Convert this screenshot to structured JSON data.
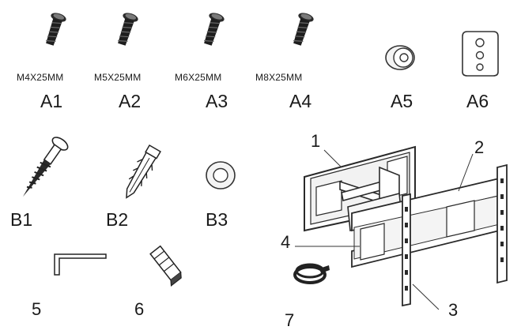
{
  "screws": [
    {
      "spec": "M4X25MM",
      "code": "A1"
    },
    {
      "spec": "M5X25MM",
      "code": "A2"
    },
    {
      "spec": "M6X25MM",
      "code": "A3"
    },
    {
      "spec": "M8X25MM",
      "code": "A4"
    }
  ],
  "spacer": {
    "code": "A5"
  },
  "plate": {
    "code": "A6"
  },
  "lag_bolt": {
    "code": "B1"
  },
  "anchor": {
    "code": "B2"
  },
  "washer": {
    "code": "B3"
  },
  "hex_key": {
    "number": "5"
  },
  "clip": {
    "number": "6"
  },
  "tie": {
    "number": "7"
  },
  "mount_parts": {
    "p1": "1",
    "p2": "2",
    "p3": "3",
    "p4": "4"
  },
  "icons": [
    "screw-icon",
    "spacer-icon",
    "plate-icon",
    "lag-bolt-icon",
    "anchor-icon",
    "washer-icon",
    "hex-key-icon",
    "clip-icon",
    "cable-tie-icon",
    "wall-mount-icon"
  ]
}
